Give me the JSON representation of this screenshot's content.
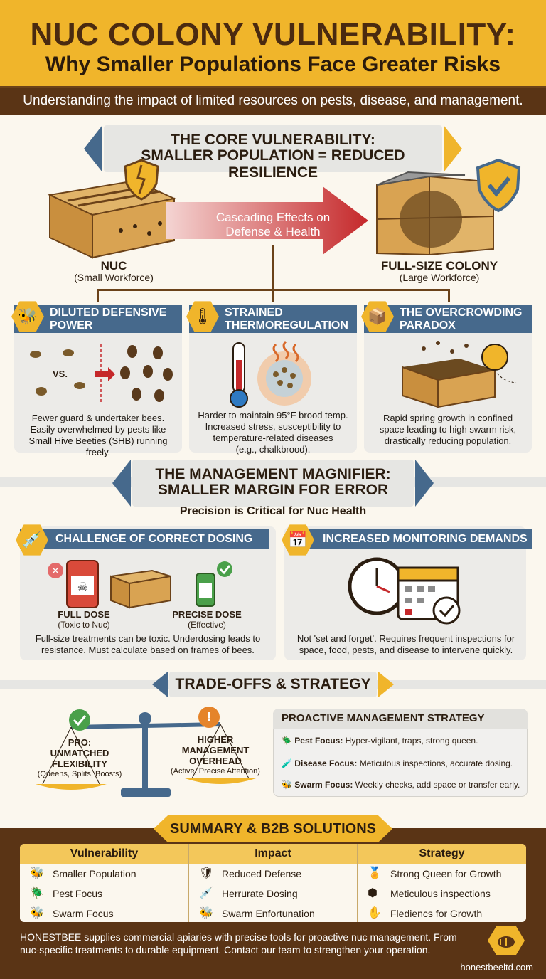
{
  "header": {
    "title": "NUC COLONY VULNERABILITY:",
    "subtitle": "Why Smaller Populations Face Greater Risks",
    "tagline": "Understanding the impact of limited resources on pests, disease, and management."
  },
  "core": {
    "banner_line1": "THE CORE VULNERABILITY:",
    "banner_line2": "SMALLER POPULATION = REDUCED RESILIENCE",
    "arrow_line1": "Cascading Effects on",
    "arrow_line2": "Defense & Health",
    "nuc_label": "NUC",
    "nuc_sub": "(Small Workforce)",
    "full_label": "FULL-SIZE COLONY",
    "full_sub": "(Large Workforce)"
  },
  "effects": [
    {
      "title1": "DILUTED DEFENSIVE",
      "title2": "POWER",
      "text": [
        "Fewer guard & undertaker bees.",
        "Easily overwhelmed by pests like",
        "Small Hive Beeties (SHB) running freely."
      ],
      "vs": "VS."
    },
    {
      "title1": "STRAINED",
      "title2": "THERMOREGULATION",
      "text": [
        "Harder to maintain 95°F brood temp.",
        "Increased stress, susceptibility to",
        "temperature-related diseases",
        "(e.g., chalkbrood)."
      ]
    },
    {
      "title1": "THE OVERCROWDING",
      "title2": "PARADOX",
      "text": [
        "Rapid spring growth in confined",
        "space leading to high swarm risk,",
        "drastically reducing population."
      ]
    }
  ],
  "management": {
    "banner_line1": "THE MANAGEMENT MAGNIFIER:",
    "banner_line2": "SMALLER MARGIN FOR ERROR",
    "precision": "Precision is Critical for Nuc Health",
    "dosing": {
      "title": "CHALLENGE OF CORRECT DOSING",
      "full_dose": "FULL DOSE",
      "full_dose_sub": "(Toxic to Nuc)",
      "precise_dose": "PRECISE DOSE",
      "precise_dose_sub": "(Effective)",
      "text": [
        "Full-size treatments can be toxic. Underdosing leads to",
        "resistance. Must calculate based on frames of bees."
      ]
    },
    "monitoring": {
      "title": "INCREASED MONITORING DEMANDS",
      "text": [
        "Not 'set and forget'. Requires frequent inspections for",
        "space, food, pests, and disease to intervene quickly."
      ]
    }
  },
  "tradeoffs": {
    "banner": "TRADE-OFFS & STRATEGY",
    "pro_lines": [
      "PRO:",
      "UNMATCHED",
      "FLEXIBILITY",
      "(Queens, Splits, Boosts)"
    ],
    "con_lines": [
      "HIGHER",
      "MANAGEMENT",
      "OVERHEAD",
      "(Active, Precise Attention)"
    ],
    "strategy_title": "PROACTIVE MANAGEMENT STRATEGY",
    "strategy_items": [
      {
        "label": "Pest Focus:",
        "text": "Hyper-vigilant, traps, strong queen."
      },
      {
        "label": "Disease Focus:",
        "text": "Meticulous inspections, accurate dosing."
      },
      {
        "label": "Swarm Focus:",
        "text": "Weekly checks, add space or transfer early."
      }
    ]
  },
  "summary": {
    "banner": "SUMMARY & B2B SOLUTIONS",
    "headers": [
      "Vulnerability",
      "Impact",
      "Strategy"
    ],
    "col1": [
      "Smaller Population",
      "Pest Focus",
      "Swarm Focus"
    ],
    "col2": [
      "Reduced Defense",
      "Herrurate Dosing",
      "Swarm Enfortunation"
    ],
    "col3": [
      "Strong Queen for Growth",
      "Meticulous inspections",
      "Fledienсs for Growth"
    ],
    "footer_line1": "HONESTBEE supplies commercial apiaries with precise tools for proactive nuc management. From",
    "footer_line2": "nuc-specific treatments to durable equipment. Contact our team to strengthen your operation.",
    "website": "honestbeeltd.com"
  }
}
